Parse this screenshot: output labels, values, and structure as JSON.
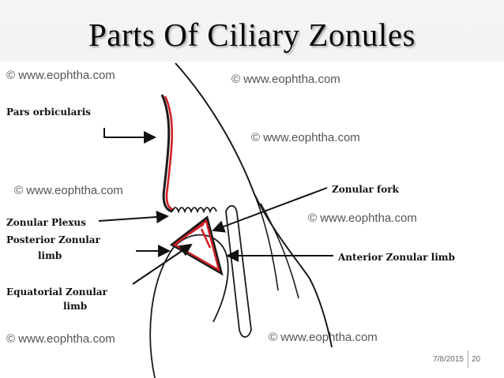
{
  "slide": {
    "title": "Parts Of Ciliary Zonules",
    "date": "7/8/2015",
    "page_number": "20"
  },
  "watermark": "© www.eophtha.com",
  "labels": {
    "pars_orbicularis": "Pars orbicularis",
    "zonular_plexus": "Zonular Plexus",
    "posterior_zonular_limb_1": "Posterior Zonular",
    "posterior_zonular_limb_2": "limb",
    "equatorial_zonular_limb_1": "Equatorial Zonular",
    "equatorial_zonular_limb_2": "limb",
    "zonular_fork": "Zonular fork",
    "anterior_zonular_limb": "Anterior Zonular limb"
  },
  "colors": {
    "zonule_red": "#d21f26",
    "outline": "#1a1a1a"
  }
}
